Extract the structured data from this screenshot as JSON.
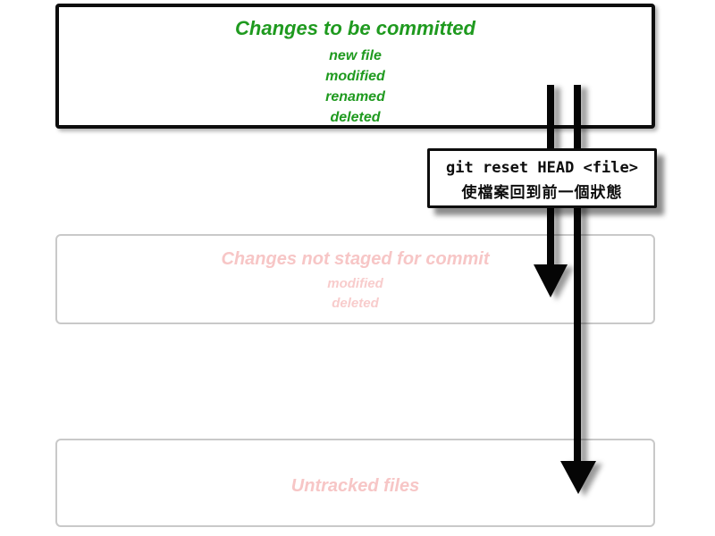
{
  "diagram": {
    "title_semantic": "git reset HEAD file-state diagram",
    "colors": {
      "staged_text": "#1f9a1f",
      "faded_text": "#f7c6c6",
      "strong_border": "#0d0d0d",
      "faded_border": "#c9c9c9",
      "background": "#ffffff"
    },
    "staged_box": {
      "title": "Changes to be committed",
      "items": [
        "new file",
        "modified",
        "renamed",
        "deleted"
      ]
    },
    "unstaged_box": {
      "title": "Changes not staged for commit",
      "items": [
        "modified",
        "deleted"
      ]
    },
    "untracked_box": {
      "title": "Untracked files",
      "items": []
    },
    "command_label": {
      "command": "git reset HEAD <file>",
      "description": "使檔案回到前一個狀態"
    },
    "arrows": [
      {
        "name": "down-arrow-to-unstaged",
        "from": "staged_box",
        "to": "unstaged_box"
      },
      {
        "name": "down-arrow-to-untracked",
        "from": "staged_box",
        "to": "untracked_box"
      }
    ]
  }
}
